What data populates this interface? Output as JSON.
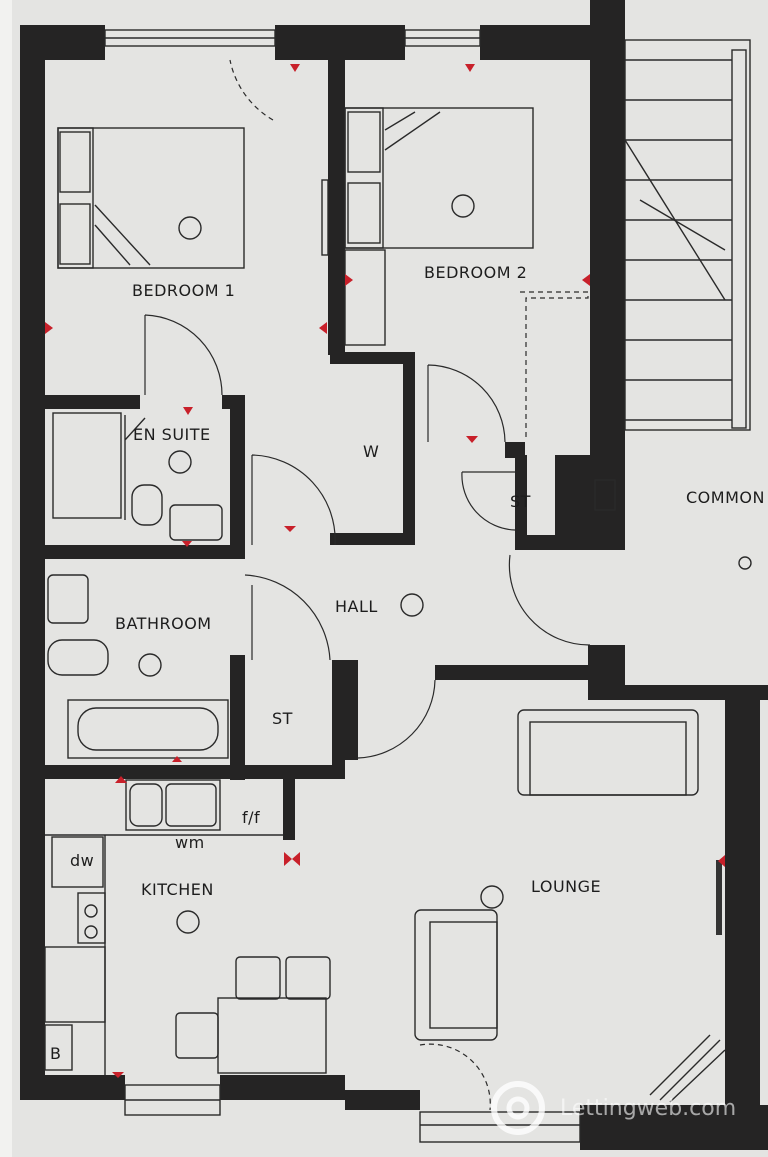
{
  "rooms": {
    "bedroom1": "BEDROOM 1",
    "bedroom2": "BEDROOM 2",
    "en_suite": "EN SUITE",
    "wardrobe": "W",
    "store1": "ST",
    "common": "COMMON",
    "hall": "HALL",
    "bathroom": "BATHROOM",
    "store2": "ST",
    "kitchen": "KITCHEN",
    "lounge": "LOUNGE"
  },
  "fixtures": {
    "fridge_freezer": "f/f",
    "washing_machine": "wm",
    "dishwasher": "dw",
    "boiler": "B"
  },
  "watermark": "Lettingweb.com",
  "colors": {
    "walls": "#252424",
    "background": "#e4e4e2",
    "markers": "#c8202a"
  }
}
